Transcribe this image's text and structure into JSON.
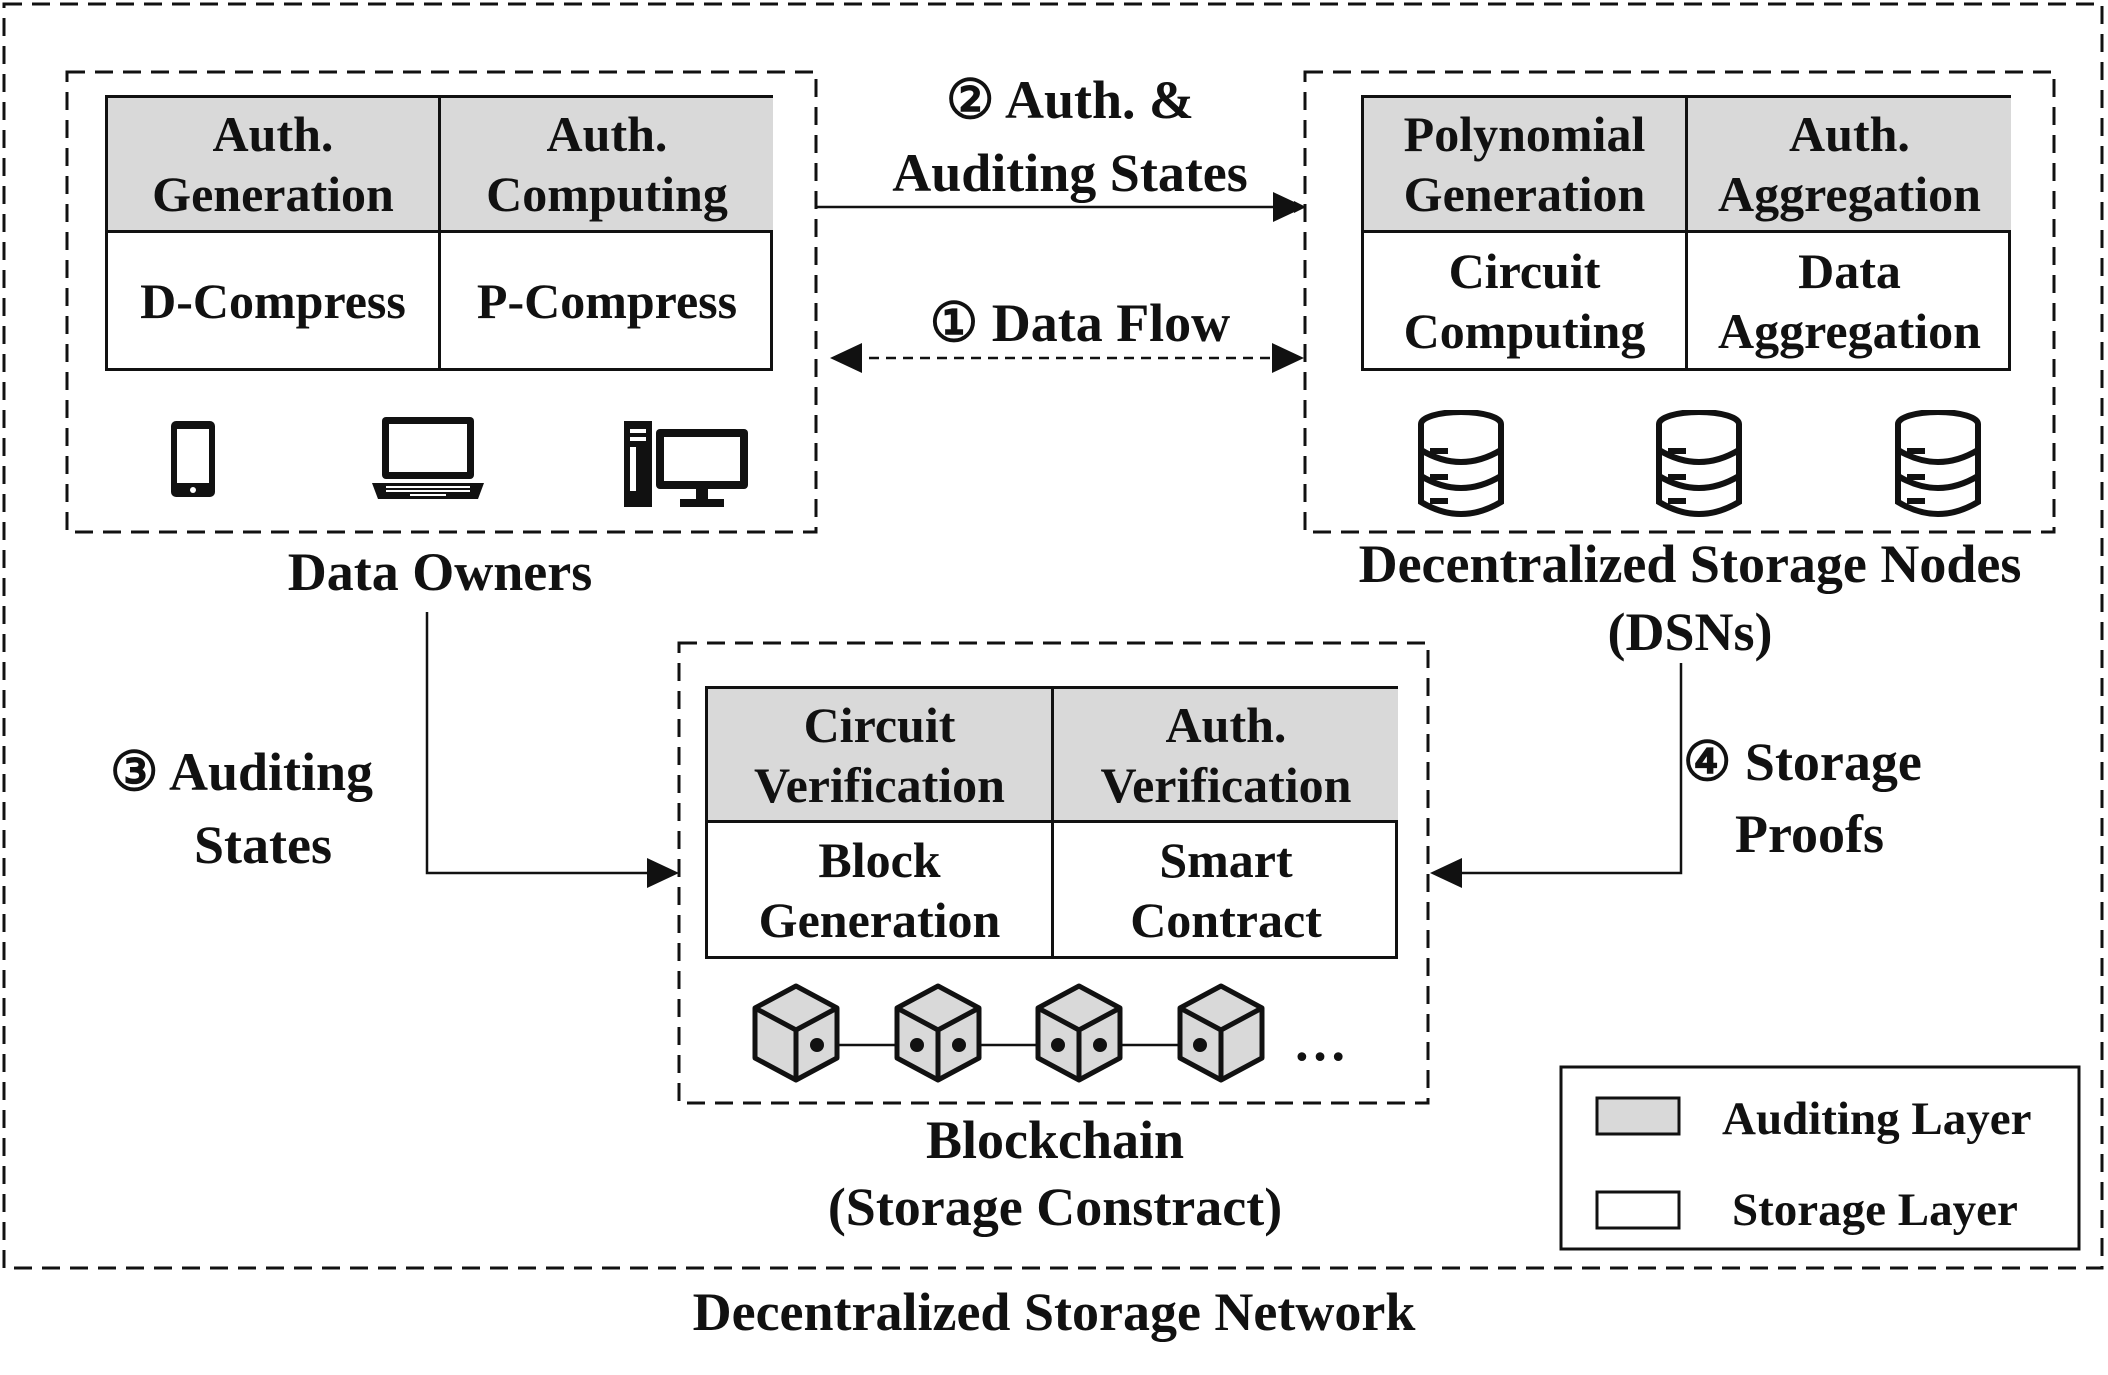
{
  "network": {
    "label": "Decentralized Storage Network"
  },
  "data_owners": {
    "label": "Data Owners",
    "modules": [
      {
        "text": "Auth.\nGeneration",
        "layer": "auditing"
      },
      {
        "text": "Auth.\nComputing",
        "layer": "auditing"
      },
      {
        "text": "D-Compress",
        "layer": "storage"
      },
      {
        "text": "P-Compress",
        "layer": "storage"
      }
    ],
    "devices": [
      "phone-icon",
      "laptop-icon",
      "desktop-computer-icon"
    ]
  },
  "dsns": {
    "label_line1": "Decentralized Storage Nodes",
    "label_line2": "(DSNs)",
    "modules": [
      {
        "text": "Polynomial\nGeneration",
        "layer": "auditing"
      },
      {
        "text": "Auth.\nAggregation",
        "layer": "auditing"
      },
      {
        "text": "Circuit\nComputing",
        "layer": "storage"
      },
      {
        "text": "Data\nAggregation",
        "layer": "storage"
      }
    ],
    "devices": [
      "database-icon",
      "database-icon",
      "database-icon"
    ]
  },
  "blockchain": {
    "label_line1": "Blockchain",
    "label_line2": "(Storage Constract)",
    "modules": [
      {
        "text": "Circuit\nVerification",
        "layer": "auditing"
      },
      {
        "text": "Auth.\nVerification",
        "layer": "auditing"
      },
      {
        "text": "Block\nGeneration",
        "layer": "storage"
      },
      {
        "text": "Smart\nContract",
        "layer": "storage"
      }
    ],
    "chain_icons": [
      "block-icon",
      "block-icon",
      "block-icon",
      "block-icon"
    ],
    "ellipsis": "…"
  },
  "flows": [
    {
      "id": 1,
      "marker": "①",
      "line1": "Data Flow",
      "line2": "",
      "style": "dashed-bidirectional"
    },
    {
      "id": 2,
      "marker": "②",
      "line1": "Auth. &",
      "line2": "Auditing States",
      "style": "solid"
    },
    {
      "id": 3,
      "marker": "③",
      "line1": "Auditing",
      "line2": "States",
      "style": "solid"
    },
    {
      "id": 4,
      "marker": "④",
      "line1": "Storage",
      "line2": "Proofs",
      "style": "solid"
    }
  ],
  "legend": {
    "items": [
      {
        "label": "Auditing Layer",
        "fill": "#d9d9d9"
      },
      {
        "label": "Storage Layer",
        "fill": "#ffffff"
      }
    ]
  },
  "colors": {
    "auditing_fill": "#d9d9d9",
    "storage_fill": "#ffffff",
    "stroke": "#111111"
  }
}
